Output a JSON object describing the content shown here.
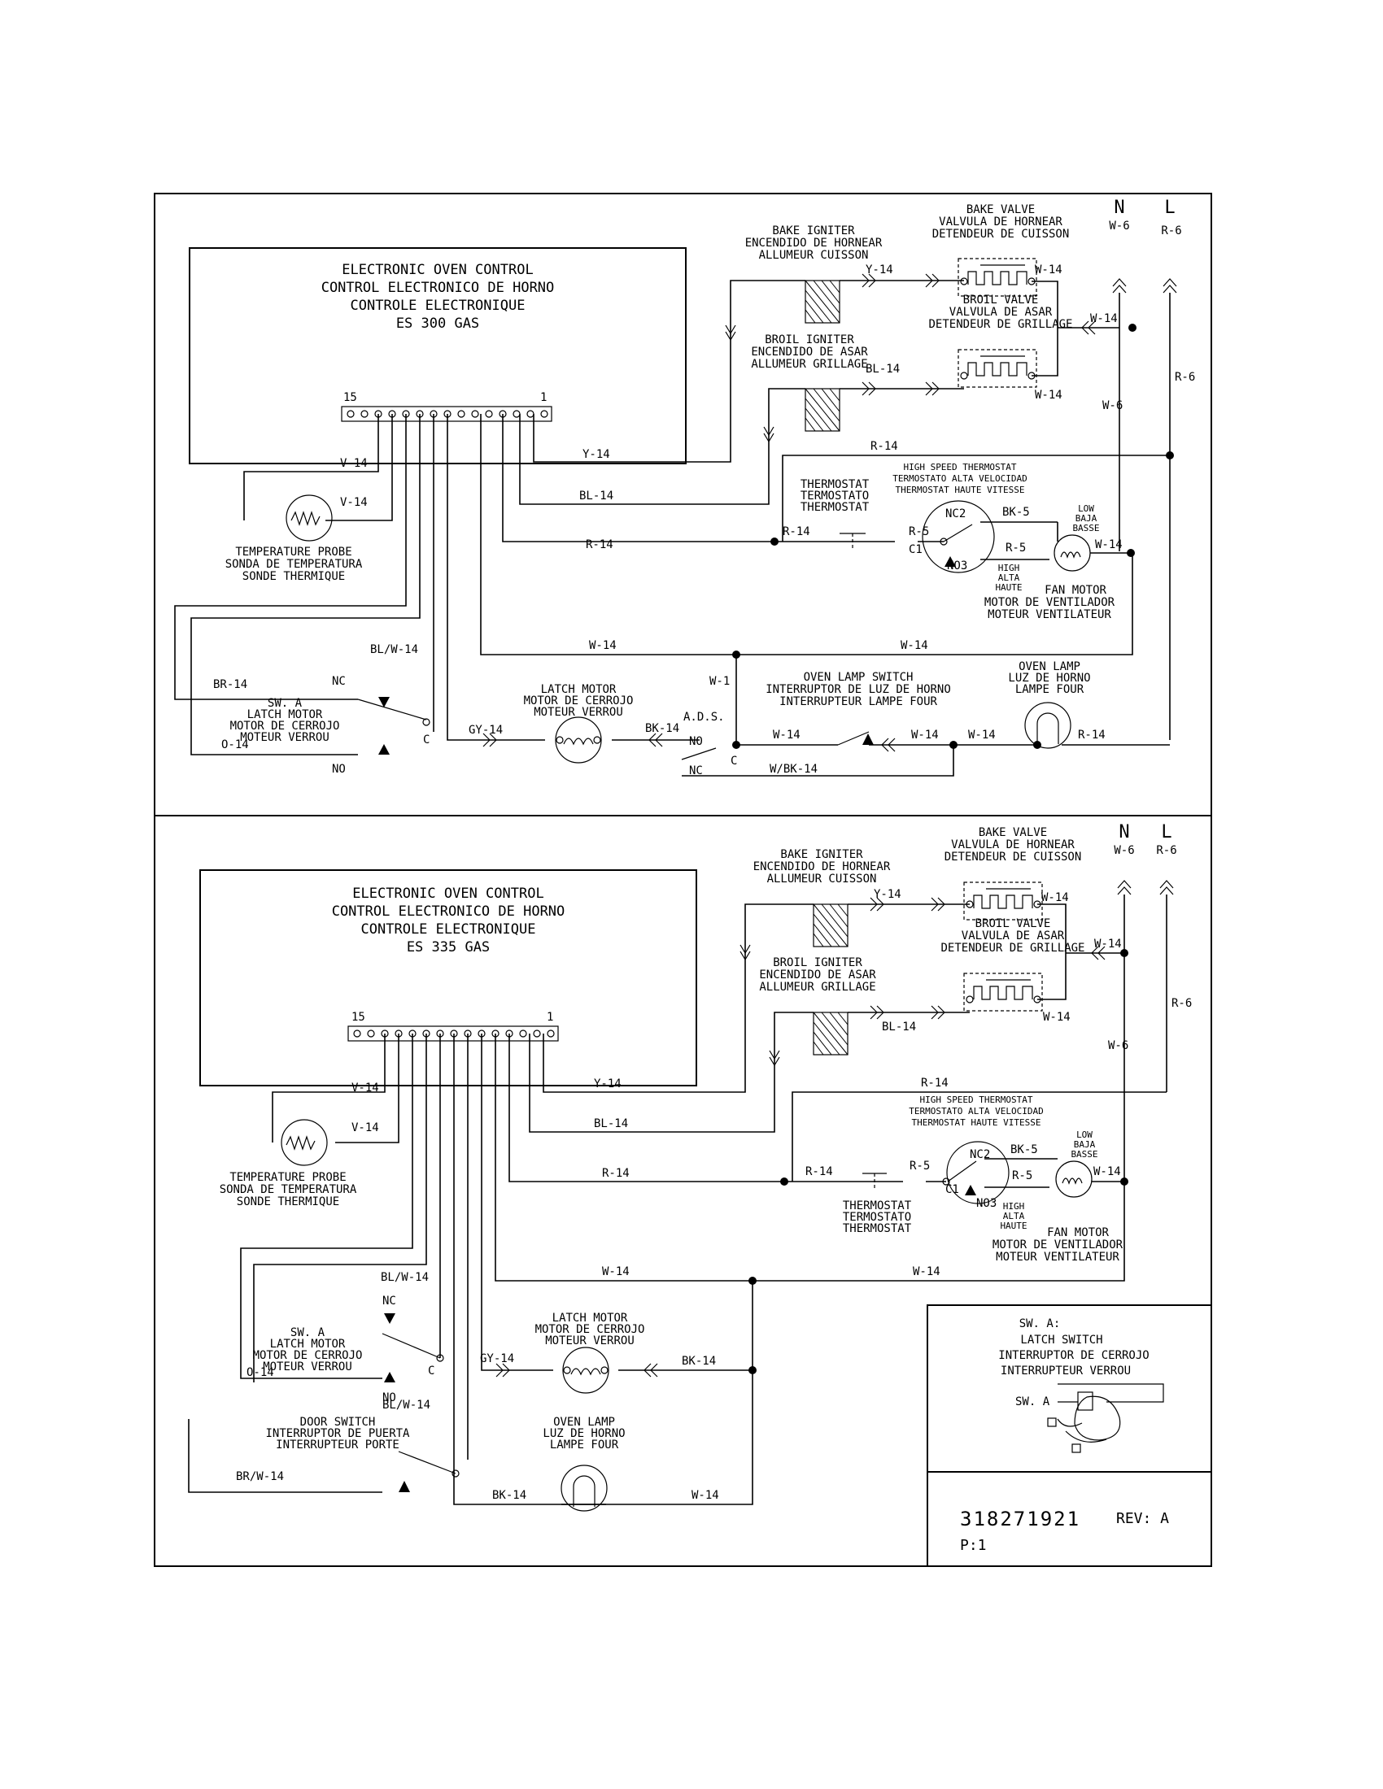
{
  "top": {
    "control": [
      "ELECTRONIC OVEN CONTROL",
      "CONTROL ELECTRONICO DE HORNO",
      "CONTROLE ELECTRONIQUE",
      "ES 300 GAS"
    ],
    "pin_first": "15",
    "pin_last": "1",
    "bake_igniter": [
      "BAKE IGNITER",
      "ENCENDIDO DE HORNEAR",
      "ALLUMEUR CUISSON"
    ],
    "bake_valve": [
      "BAKE VALVE",
      "VALVULA DE HORNEAR",
      "DETENDEUR DE CUISSON"
    ],
    "broil_igniter": [
      "BROIL IGNITER",
      "ENCENDIDO DE ASAR",
      "ALLUMEUR GRILLAGE"
    ],
    "broil_valve": [
      "BROIL VALVE",
      "VALVULA DE ASAR",
      "DETENDEUR DE GRILLAGE"
    ],
    "n": "N",
    "l": "L",
    "w6": "W-6",
    "r6": "R-6",
    "thermostat": [
      "THERMOSTAT",
      "TERMOSTATO",
      "THERMOSTAT"
    ],
    "hs_thermostat": [
      "HIGH SPEED THERMOSTAT",
      "TERMOSTATO ALTA VELOCIDAD",
      "THERMOSTAT HAUTE VITESSE"
    ],
    "low": [
      "LOW",
      "BAJA",
      "BASSE"
    ],
    "high": [
      "HIGH",
      "ALTA",
      "HAUTE"
    ],
    "fan_motor": [
      "FAN MOTOR",
      "MOTOR DE VENTILADOR",
      "MOTEUR VENTILATEUR"
    ],
    "temp_probe": [
      "TEMPERATURE PROBE",
      "SONDA DE TEMPERATURA",
      "SONDE THERMIQUE"
    ],
    "sw_a": [
      "SW. A",
      "LATCH MOTOR",
      "MOTOR DE CERROJO",
      "MOTEUR VERROU"
    ],
    "latch_motor": [
      "LATCH MOTOR",
      "MOTOR DE CERROJO",
      "MOTEUR VERROU"
    ],
    "oven_lamp_switch": [
      "OVEN LAMP SWITCH",
      "INTERRUPTOR DE LUZ DE HORNO",
      "INTERRUPTEUR LAMPE FOUR"
    ],
    "oven_lamp": [
      "OVEN LAMP",
      "LUZ DE HORNO",
      "LAMPE FOUR"
    ],
    "ads": "A.D.S.",
    "wires": {
      "y14": "Y-14",
      "bl14": "BL-14",
      "w14": "W-14",
      "r14": "R-14",
      "r5": "R-5",
      "bk5": "BK-5",
      "v14": "V-14",
      "blw14": "BL/W-14",
      "br14": "BR-14",
      "o14": "O-14",
      "gy14": "GY-14",
      "bk14": "BK-14",
      "w1": "W-1",
      "wbk14": "W/BK-14"
    },
    "terms": {
      "nc": "NC",
      "no": "NO",
      "c": "C",
      "c1": "C1",
      "nc2": "NC2",
      "no3": "NO3"
    }
  },
  "bottom": {
    "control": [
      "ELECTRONIC OVEN CONTROL",
      "CONTROL ELECTRONICO DE HORNO",
      "CONTROLE ELECTRONIQUE",
      "ES 335 GAS"
    ],
    "pin_first": "15",
    "pin_last": "1",
    "bake_igniter": [
      "BAKE IGNITER",
      "ENCENDIDO DE HORNEAR",
      "ALLUMEUR CUISSON"
    ],
    "bake_valve": [
      "BAKE VALVE",
      "VALVULA DE HORNEAR",
      "DETENDEUR DE CUISSON"
    ],
    "broil_igniter": [
      "BROIL IGNITER",
      "ENCENDIDO DE ASAR",
      "ALLUMEUR GRILLAGE"
    ],
    "broil_valve": [
      "BROIL VALVE",
      "VALVULA DE ASAR",
      "DETENDEUR DE GRILLAGE"
    ],
    "n": "N",
    "l": "L",
    "w6": "W-6",
    "r6": "R-6",
    "thermostat": [
      "THERMOSTAT",
      "TERMOSTATO",
      "THERMOSTAT"
    ],
    "hs_thermostat": [
      "HIGH SPEED THERMOSTAT",
      "TERMOSTATO ALTA VELOCIDAD",
      "THERMOSTAT HAUTE VITESSE"
    ],
    "low": [
      "LOW",
      "BAJA",
      "BASSE"
    ],
    "high": [
      "HIGH",
      "ALTA",
      "HAUTE"
    ],
    "fan_motor": [
      "FAN MOTOR",
      "MOTOR DE VENTILADOR",
      "MOTEUR VENTILATEUR"
    ],
    "temp_probe": [
      "TEMPERATURE PROBE",
      "SONDA DE TEMPERATURA",
      "SONDE THERMIQUE"
    ],
    "sw_a": [
      "SW. A",
      "LATCH MOTOR",
      "MOTOR DE CERROJO",
      "MOTEUR VERROU"
    ],
    "door_switch": [
      "DOOR SWITCH",
      "INTERRUPTOR DE PUERTA",
      "INTERRUPTEUR PORTE"
    ],
    "latch_motor": [
      "LATCH MOTOR",
      "MOTOR DE CERROJO",
      "MOTEUR VERROU"
    ],
    "oven_lamp": [
      "OVEN LAMP",
      "LUZ DE HORNO",
      "LAMPE FOUR"
    ],
    "wires": {
      "y14": "Y-14",
      "bl14": "BL-14",
      "w14": "W-14",
      "r14": "R-14",
      "r5": "R-5",
      "bk5": "BK-5",
      "v14": "V-14",
      "blw14": "BL/W-14",
      "brw14": "BR/W-14",
      "o14": "O-14",
      "gy14": "GY-14",
      "bk14": "BK-14"
    },
    "terms": {
      "nc": "NC",
      "no": "NO",
      "c": "C",
      "c1": "C1",
      "nc2": "NC2",
      "no3": "NO3"
    }
  },
  "inset": {
    "title": [
      "SW. A:",
      "LATCH SWITCH",
      "INTERRUPTOR DE CERROJO",
      "INTERRUPTEUR VERROU"
    ],
    "callout": "SW. A"
  },
  "part_number": "318271921",
  "revision": "REV: A",
  "page": "P:1"
}
